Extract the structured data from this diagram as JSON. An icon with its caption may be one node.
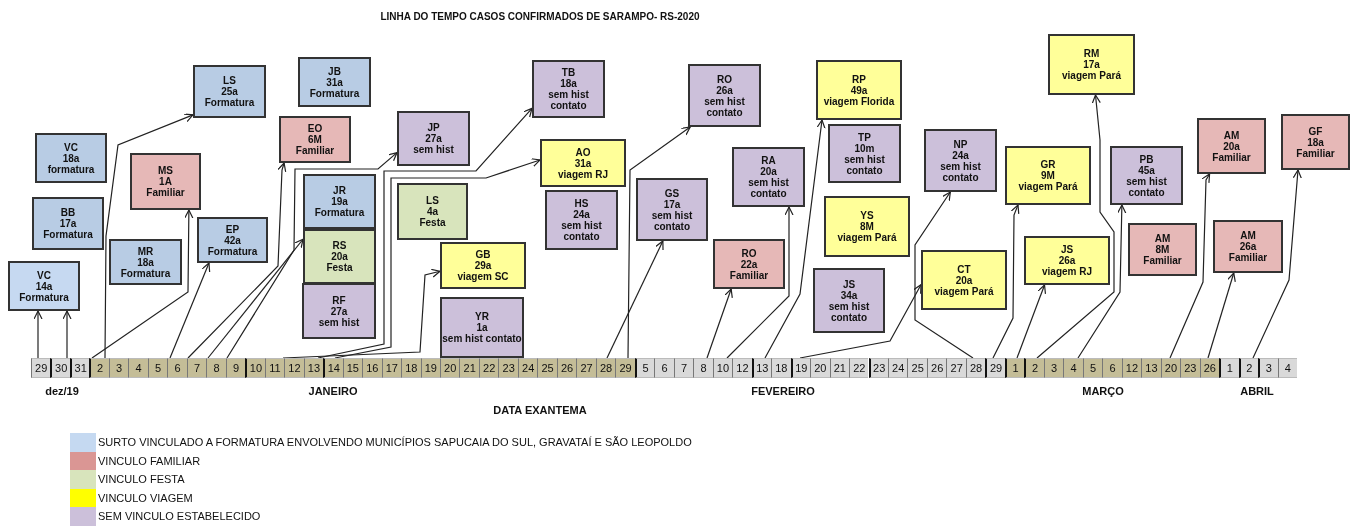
{
  "diagram": {
    "title": "LINHA DO TEMPO CASOS CONFIRMADOS DE SARAMPO- RS-2020",
    "nodes": [
      {
        "text": [
          "VC",
          "14a",
          "Formatura"
        ]
      },
      {
        "text": [
          "BB",
          "17a",
          "Formatura"
        ]
      },
      {
        "text": [
          "VC",
          "18a",
          "formatura"
        ]
      },
      {
        "text": [
          "MR",
          "18a",
          "Formatura"
        ]
      },
      {
        "text": [
          "MS",
          "1A",
          "Familiar"
        ]
      },
      {
        "text": [
          "LS",
          "25a",
          "Formatura"
        ]
      },
      {
        "text": [
          "EP",
          "42a",
          "Formatura"
        ]
      },
      {
        "text": [
          "JB",
          "31a",
          "Formatura"
        ]
      },
      {
        "text": [
          "EO",
          "6M",
          "Familiar"
        ]
      },
      {
        "text": [
          "JR",
          "19a",
          "Formatura"
        ]
      },
      {
        "text": [
          "RS",
          "20a",
          "Festa"
        ]
      },
      {
        "text": [
          "RF",
          "27a",
          "sem hist"
        ]
      },
      {
        "text": [
          "JP",
          "27a",
          "sem hist"
        ]
      },
      {
        "text": [
          "LS",
          "4a",
          "Festa"
        ]
      },
      {
        "text": [
          "GB",
          "29a",
          "viagem SC"
        ]
      },
      {
        "text": [
          "YR",
          "1a",
          "sem hist contato"
        ]
      },
      {
        "text": [
          "TB",
          "18a",
          "sem hist contato"
        ]
      },
      {
        "text": [
          "AO",
          "31a",
          "viagem RJ"
        ]
      },
      {
        "text": [
          "HS",
          "24a",
          "sem hist contato"
        ]
      },
      {
        "text": [
          "GS",
          "17a",
          "sem hist contato"
        ]
      },
      {
        "text": [
          "RO",
          "26a",
          "sem hist contato"
        ]
      },
      {
        "text": [
          "RO",
          "22a",
          "Familiar"
        ]
      },
      {
        "text": [
          "RA",
          "20a",
          "sem hist contato"
        ]
      },
      {
        "text": [
          "RP",
          "49a",
          "viagem Florida"
        ]
      },
      {
        "text": [
          "TP",
          "10m",
          "sem hist contato"
        ]
      },
      {
        "text": [
          "YS",
          "8M",
          "viagem Pará"
        ]
      },
      {
        "text": [
          "JS",
          "34a",
          "sem hist contato"
        ]
      },
      {
        "text": [
          "CT",
          "20a",
          "viagem Pará"
        ]
      },
      {
        "text": [
          "NP",
          "24a",
          "sem hist contato"
        ]
      },
      {
        "text": [
          "RM",
          "17a",
          "viagem Pará"
        ]
      },
      {
        "text": [
          "GR",
          "9M",
          "viagem Pará"
        ]
      },
      {
        "text": [
          "JS",
          "26a",
          "viagem RJ"
        ]
      },
      {
        "text": [
          "PB",
          "45a",
          "sem hist contato"
        ]
      },
      {
        "text": [
          "AM",
          "8M",
          "Familiar"
        ]
      },
      {
        "text": [
          "AM",
          "20a",
          "Familiar"
        ]
      },
      {
        "text": [
          "AM",
          "26a",
          "Familiar"
        ]
      },
      {
        "text": [
          "GF",
          "18a",
          "Familiar"
        ]
      },
      {
        "text": [
          "29"
        ]
      },
      {
        "text": [
          "30"
        ]
      },
      {
        "text": [
          "31"
        ]
      },
      {
        "text": [
          "2"
        ]
      },
      {
        "text": [
          "3"
        ]
      },
      {
        "text": [
          "4"
        ]
      },
      {
        "text": [
          "5"
        ]
      },
      {
        "text": [
          "6"
        ]
      },
      {
        "text": [
          "7"
        ]
      },
      {
        "text": [
          "8"
        ]
      },
      {
        "text": [
          "9"
        ]
      },
      {
        "text": [
          "10"
        ]
      },
      {
        "text": [
          "11"
        ]
      },
      {
        "text": [
          "12"
        ]
      },
      {
        "text": [
          "13"
        ]
      },
      {
        "text": [
          "14"
        ]
      },
      {
        "text": [
          "15"
        ]
      },
      {
        "text": [
          "16"
        ]
      },
      {
        "text": [
          "17"
        ]
      },
      {
        "text": [
          "18"
        ]
      },
      {
        "text": [
          "19"
        ]
      },
      {
        "text": [
          "20"
        ]
      },
      {
        "text": [
          "21"
        ]
      },
      {
        "text": [
          "22"
        ]
      },
      {
        "text": [
          "23"
        ]
      },
      {
        "text": [
          "24"
        ]
      },
      {
        "text": [
          "25"
        ]
      },
      {
        "text": [
          "26"
        ]
      },
      {
        "text": [
          "27"
        ]
      },
      {
        "text": [
          "28"
        ]
      },
      {
        "text": [
          "29"
        ]
      },
      {
        "text": [
          "5"
        ]
      },
      {
        "text": [
          "6"
        ]
      },
      {
        "text": [
          "7"
        ]
      },
      {
        "text": [
          "8"
        ]
      },
      {
        "text": [
          "10"
        ]
      },
      {
        "text": [
          "12"
        ]
      },
      {
        "text": [
          "13"
        ]
      },
      {
        "text": [
          "18"
        ]
      },
      {
        "text": [
          "19"
        ]
      },
      {
        "text": [
          "20"
        ]
      },
      {
        "text": [
          "21"
        ]
      },
      {
        "text": [
          "22"
        ]
      },
      {
        "text": [
          "23"
        ]
      },
      {
        "text": [
          "24"
        ]
      },
      {
        "text": [
          "25"
        ]
      },
      {
        "text": [
          "26"
        ]
      },
      {
        "text": [
          "27"
        ]
      },
      {
        "text": [
          "28"
        ]
      },
      {
        "text": [
          "29"
        ]
      },
      {
        "text": [
          "1"
        ]
      },
      {
        "text": [
          "2"
        ]
      },
      {
        "text": [
          "3"
        ]
      },
      {
        "text": [
          "4"
        ]
      },
      {
        "text": [
          "5"
        ]
      },
      {
        "text": [
          "6"
        ]
      },
      {
        "text": [
          "12"
        ]
      },
      {
        "text": [
          "13"
        ]
      },
      {
        "text": [
          "20"
        ]
      },
      {
        "text": [
          "23"
        ]
      },
      {
        "text": [
          "26"
        ]
      },
      {
        "text": [
          "1"
        ]
      },
      {
        "text": [
          "2"
        ]
      },
      {
        "text": [
          "3"
        ]
      },
      {
        "text": [
          "4"
        ]
      }
    ],
    "edges": [
      {
        "from": 37,
        "to": 0,
        "arrow": "to"
      },
      {
        "from": 38,
        "to": 0,
        "arrow": "to"
      },
      {
        "from": 40,
        "to": 4,
        "arrow": "to"
      },
      {
        "from": 40,
        "to": 5,
        "arrow": "to"
      },
      {
        "from": 44,
        "to": 6,
        "arrow": "to"
      },
      {
        "from": 45,
        "to": 8,
        "arrow": "to"
      },
      {
        "from": 46,
        "to": 10,
        "arrow": "to"
      },
      {
        "from": 47,
        "to": 12,
        "arrow": "to"
      },
      {
        "from": 49,
        "to": 14,
        "arrow": "to"
      },
      {
        "from": 51,
        "to": 16,
        "arrow": "to"
      },
      {
        "from": 52,
        "to": 17,
        "arrow": "to"
      },
      {
        "from": 66,
        "to": 19,
        "arrow": "to"
      },
      {
        "from": 67,
        "to": 20,
        "arrow": "to"
      },
      {
        "from": 71,
        "to": 21,
        "arrow": "to"
      },
      {
        "from": 72,
        "to": 22,
        "arrow": "to"
      },
      {
        "from": 74,
        "to": 23,
        "arrow": "to"
      },
      {
        "from": 76,
        "to": 27,
        "arrow": "to"
      },
      {
        "from": 85,
        "to": 28,
        "arrow": "to"
      },
      {
        "from": 86,
        "to": 30,
        "arrow": "to"
      },
      {
        "from": 87,
        "to": 31,
        "arrow": "to"
      },
      {
        "from": 88,
        "to": 29,
        "arrow": "to"
      },
      {
        "from": 90,
        "to": 32,
        "arrow": "to"
      },
      {
        "from": 95,
        "to": 34,
        "arrow": "to"
      },
      {
        "from": 97,
        "to": 35,
        "arrow": "to"
      },
      {
        "from": 99,
        "to": 36,
        "arrow": "to"
      }
    ],
    "labels": [
      "dez/19",
      "JANEIRO",
      "FEVEREIRO",
      "MARÇO",
      "ABRIL",
      "DATA EXANTEMA"
    ],
    "legend": [
      {
        "text": "SURTO VINCULADO A FORMATURA ENVOLVENDO MUNICÍPIOS SAPUCAIA DO SUL, GRAVATAÍ E SÃO LEOPOLDO",
        "color": "#c5d9f1"
      },
      {
        "text": "VINCULO FAMILIAR",
        "color": "#da9694"
      },
      {
        "text": "VINCULO FESTA",
        "color": "#d8e4bc"
      },
      {
        "text": "VINCULO VIAGEM",
        "color": "#ffff00"
      },
      {
        "text": "SEM VINCULO ESTABELECIDO",
        "color": "#ccc0da"
      }
    ]
  }
}
